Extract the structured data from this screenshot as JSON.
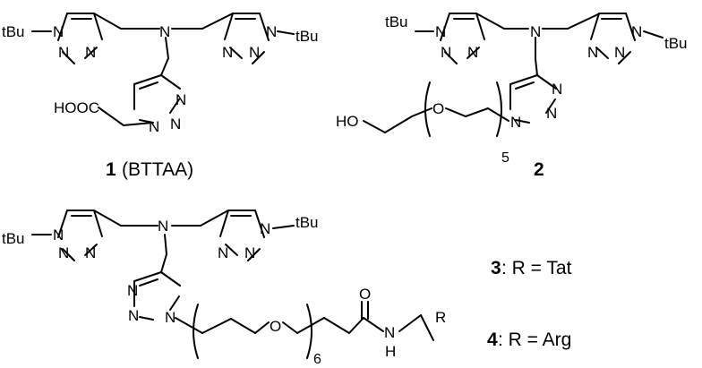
{
  "atoms": {
    "tBu": "tBu",
    "N": "N",
    "O": "O",
    "H": "H",
    "HOOC": "HOOC",
    "HO": "HO",
    "R": "R"
  },
  "repeat_counts": {
    "compound_2": "5",
    "compound_4": "6"
  },
  "compounds": [
    {
      "number": "1",
      "name": "(BTTAA)"
    },
    {
      "number": "2",
      "name": ""
    },
    {
      "number": "3",
      "name": ": R = Tat"
    },
    {
      "number": "4",
      "name": ": R = Arg"
    }
  ]
}
